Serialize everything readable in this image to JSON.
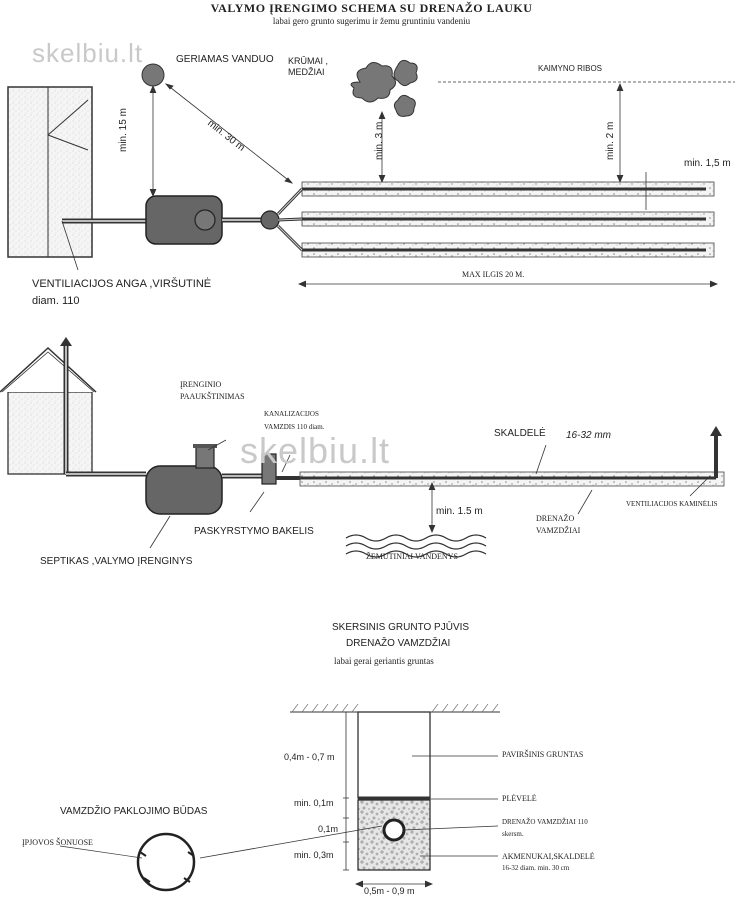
{
  "header": {
    "title": "VALYMO ĮRENGIMO SCHEMA SU DRENAŽO LAUKU",
    "subtitle": "labai gero grunto sugerimu ir žemu gruntiniu vandeniu",
    "watermark": "skelbiu.lt"
  },
  "plan": {
    "drinking_water": "GERIAMAS VANDUO",
    "shrubs_trees_1": "KRŪMAI ,",
    "shrubs_trees_2": "MEDŽIAI",
    "neighbour_border": "KAIMYNO RIBOS",
    "dist_house": "min. 15 m",
    "dist_water": "min. 30 m",
    "dist_trees": "min. 3 m",
    "dist_border": "min. 2 m",
    "dist_pipes": "min. 1,5 m",
    "max_length": "MAX ILGIS 20 M.",
    "vent_top_1": "VENTILIACIJOS ANGA ,VIRŠUTINĖ",
    "vent_top_2": "diam. 110"
  },
  "section": {
    "elevation_1": "ĮRENGINIO",
    "elevation_2": "PAAUKŠTINIMAS",
    "sewer_pipe_1": "KANALIZACIJOS",
    "sewer_pipe_2": "VAMZDIS 110 diam.",
    "gravel": "SKALDELĖ",
    "gravel_size": "16-32 mm",
    "distribution_box": "PASKYRSTYMO BAKELIS",
    "groundwater_dist": "min. 1.5 m",
    "groundwater": "ŽEMUTINIAI VANDENYS",
    "drain_pipes_1": "DRENAŽO",
    "drain_pipes_2": "VAMZDŽIAI",
    "vent_chimneys": "VENTILIACIJOS KAMINĖLIS",
    "septic": "SEPTIKAS ,VALYMO ĮRENGINYS"
  },
  "cross": {
    "title_1": "SKERSINIS GRUNTO PJŪVIS",
    "title_2": "DRENAŽO VAMZDŽIAI",
    "subtitle": "labai gerai geriantis gruntas",
    "depth_top": "0,4m - 0,7 m",
    "depth_film": "min. 0,1m",
    "depth_pipe": "0,1m",
    "depth_bottom": "min. 0,3m",
    "width": "0,5m - 0,9 m",
    "surface_soil": "PAVIRŠINIS GRUNTAS",
    "film": "PLĖVELĖ",
    "drain_pipes_1": "DRENAŽO VAMZDŽIAI 110",
    "drain_pipes_2": "skersm.",
    "stones_1": "AKMENUKAI,SKALDELĖ",
    "stones_2": "16-32 diam.  min. 30 cm",
    "laying_method": "VAMZDŽIO PAKLOJIMO BŪDAS",
    "sides": "ĮPJOVOS ŠONUOSE"
  }
}
